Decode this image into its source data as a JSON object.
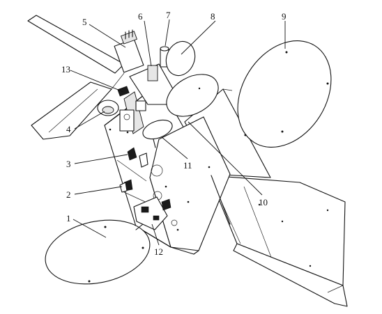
{
  "callouts": [
    {
      "id": "1",
      "text": "1"
    },
    {
      "id": "2",
      "text": "2"
    },
    {
      "id": "3",
      "text": "3"
    },
    {
      "id": "4",
      "text": "4"
    },
    {
      "id": "5",
      "text": "5"
    },
    {
      "id": "6",
      "text": "6"
    },
    {
      "id": "7",
      "text": "7"
    },
    {
      "id": "8",
      "text": "8"
    },
    {
      "id": "9",
      "text": "9"
    },
    {
      "id": "10",
      "text": "10"
    },
    {
      "id": "11",
      "text": "11"
    },
    {
      "id": "12",
      "text": "12"
    },
    {
      "id": "13",
      "text": "13"
    }
  ],
  "colors": {
    "line": "#111111",
    "background": "#ffffff"
  }
}
